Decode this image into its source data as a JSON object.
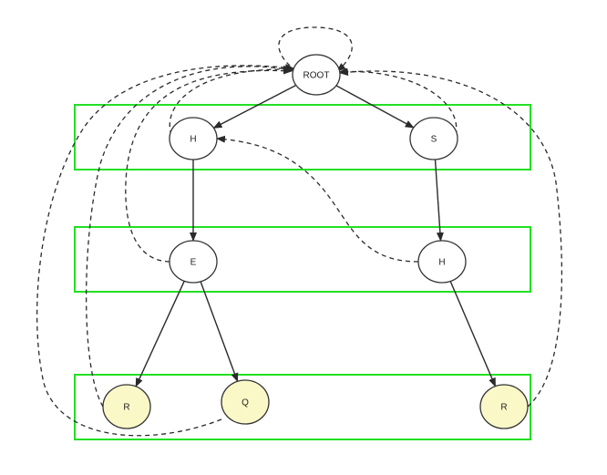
{
  "diagram": {
    "bands": [
      {
        "id": "band-level-1"
      },
      {
        "id": "band-level-2"
      },
      {
        "id": "band-level-3"
      }
    ],
    "nodes": [
      {
        "id": "root",
        "label": "ROOT",
        "highlight": false
      },
      {
        "id": "h1",
        "label": "H",
        "highlight": false
      },
      {
        "id": "s",
        "label": "S",
        "highlight": false
      },
      {
        "id": "e",
        "label": "E",
        "highlight": false
      },
      {
        "id": "h2",
        "label": "H",
        "highlight": false
      },
      {
        "id": "r1",
        "label": "R",
        "highlight": true
      },
      {
        "id": "q",
        "label": "Q",
        "highlight": true
      },
      {
        "id": "r2",
        "label": "R",
        "highlight": true
      }
    ],
    "edges": [
      {
        "from": "root",
        "to": "h1"
      },
      {
        "from": "root",
        "to": "s"
      },
      {
        "from": "h1",
        "to": "e"
      },
      {
        "from": "s",
        "to": "h2"
      },
      {
        "from": "e",
        "to": "r1"
      },
      {
        "from": "e",
        "to": "q"
      },
      {
        "from": "h2",
        "to": "r2"
      }
    ],
    "links": [
      {
        "from": "root",
        "to": "root"
      },
      {
        "from": "h1",
        "to": "root"
      },
      {
        "from": "s",
        "to": "root"
      },
      {
        "from": "e",
        "to": "root"
      },
      {
        "from": "h2",
        "to": "h1"
      },
      {
        "from": "r1",
        "to": "root"
      },
      {
        "from": "q",
        "to": "root"
      },
      {
        "from": "r2",
        "to": "root"
      }
    ],
    "colors": {
      "band": "#22e022",
      "node_fill": "#ffffff",
      "leaf_fill": "#fbf8c8",
      "stroke": "#333333"
    }
  }
}
